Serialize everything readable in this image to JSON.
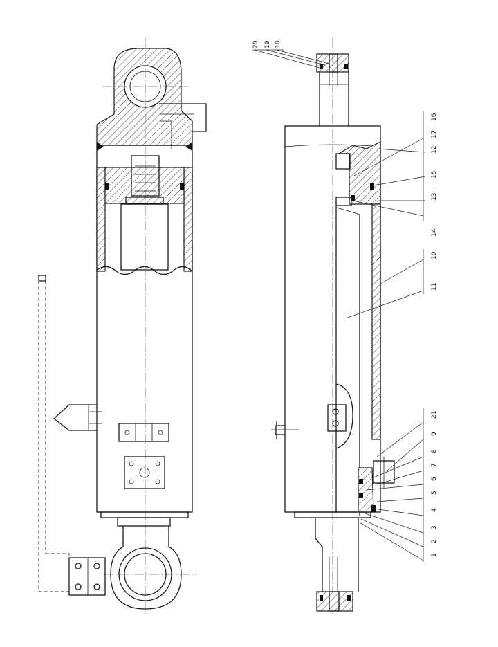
{
  "drawing": {
    "type": "hydraulic-cylinder-assembly",
    "views": [
      "external-view-with-partial-section",
      "longitudinal-section"
    ]
  },
  "part_labels": [
    "1",
    "2",
    "3",
    "4",
    "5",
    "6",
    "7",
    "8",
    "9",
    "10",
    "11",
    "12",
    "13",
    "14",
    "15",
    "16",
    "17",
    "18",
    "19",
    "20",
    "21"
  ],
  "colors": {
    "line": "#1a1a1a",
    "background": "#ffffff"
  }
}
